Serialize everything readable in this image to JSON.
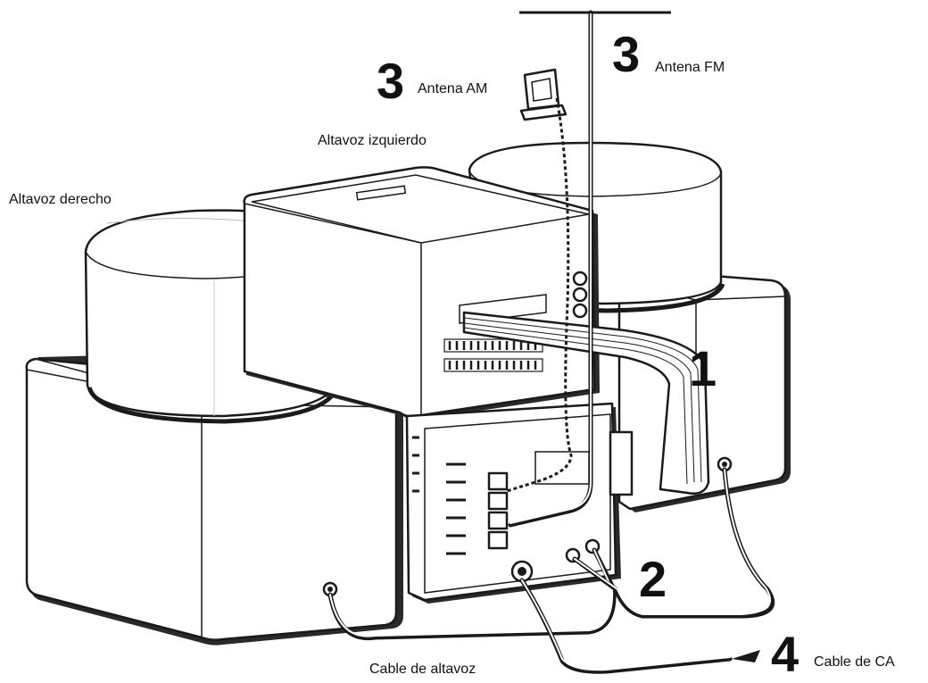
{
  "labels": {
    "am_antenna": "Antena AM",
    "fm_antenna": "Antena FM",
    "left_speaker": "Altavoz izquierdo",
    "right_speaker": "Altavoz derecho",
    "speaker_cable": "Cable de altavoz",
    "ac_cable": "Cable de CA"
  },
  "steps": {
    "am_antenna": "3",
    "fm_antenna": "3",
    "ribbon": "1",
    "speaker_connect": "2",
    "ac_cable": "4"
  },
  "colors": {
    "line": "#1a1a1a",
    "fill": "#ffffff",
    "shade": "#d6d6d6"
  }
}
